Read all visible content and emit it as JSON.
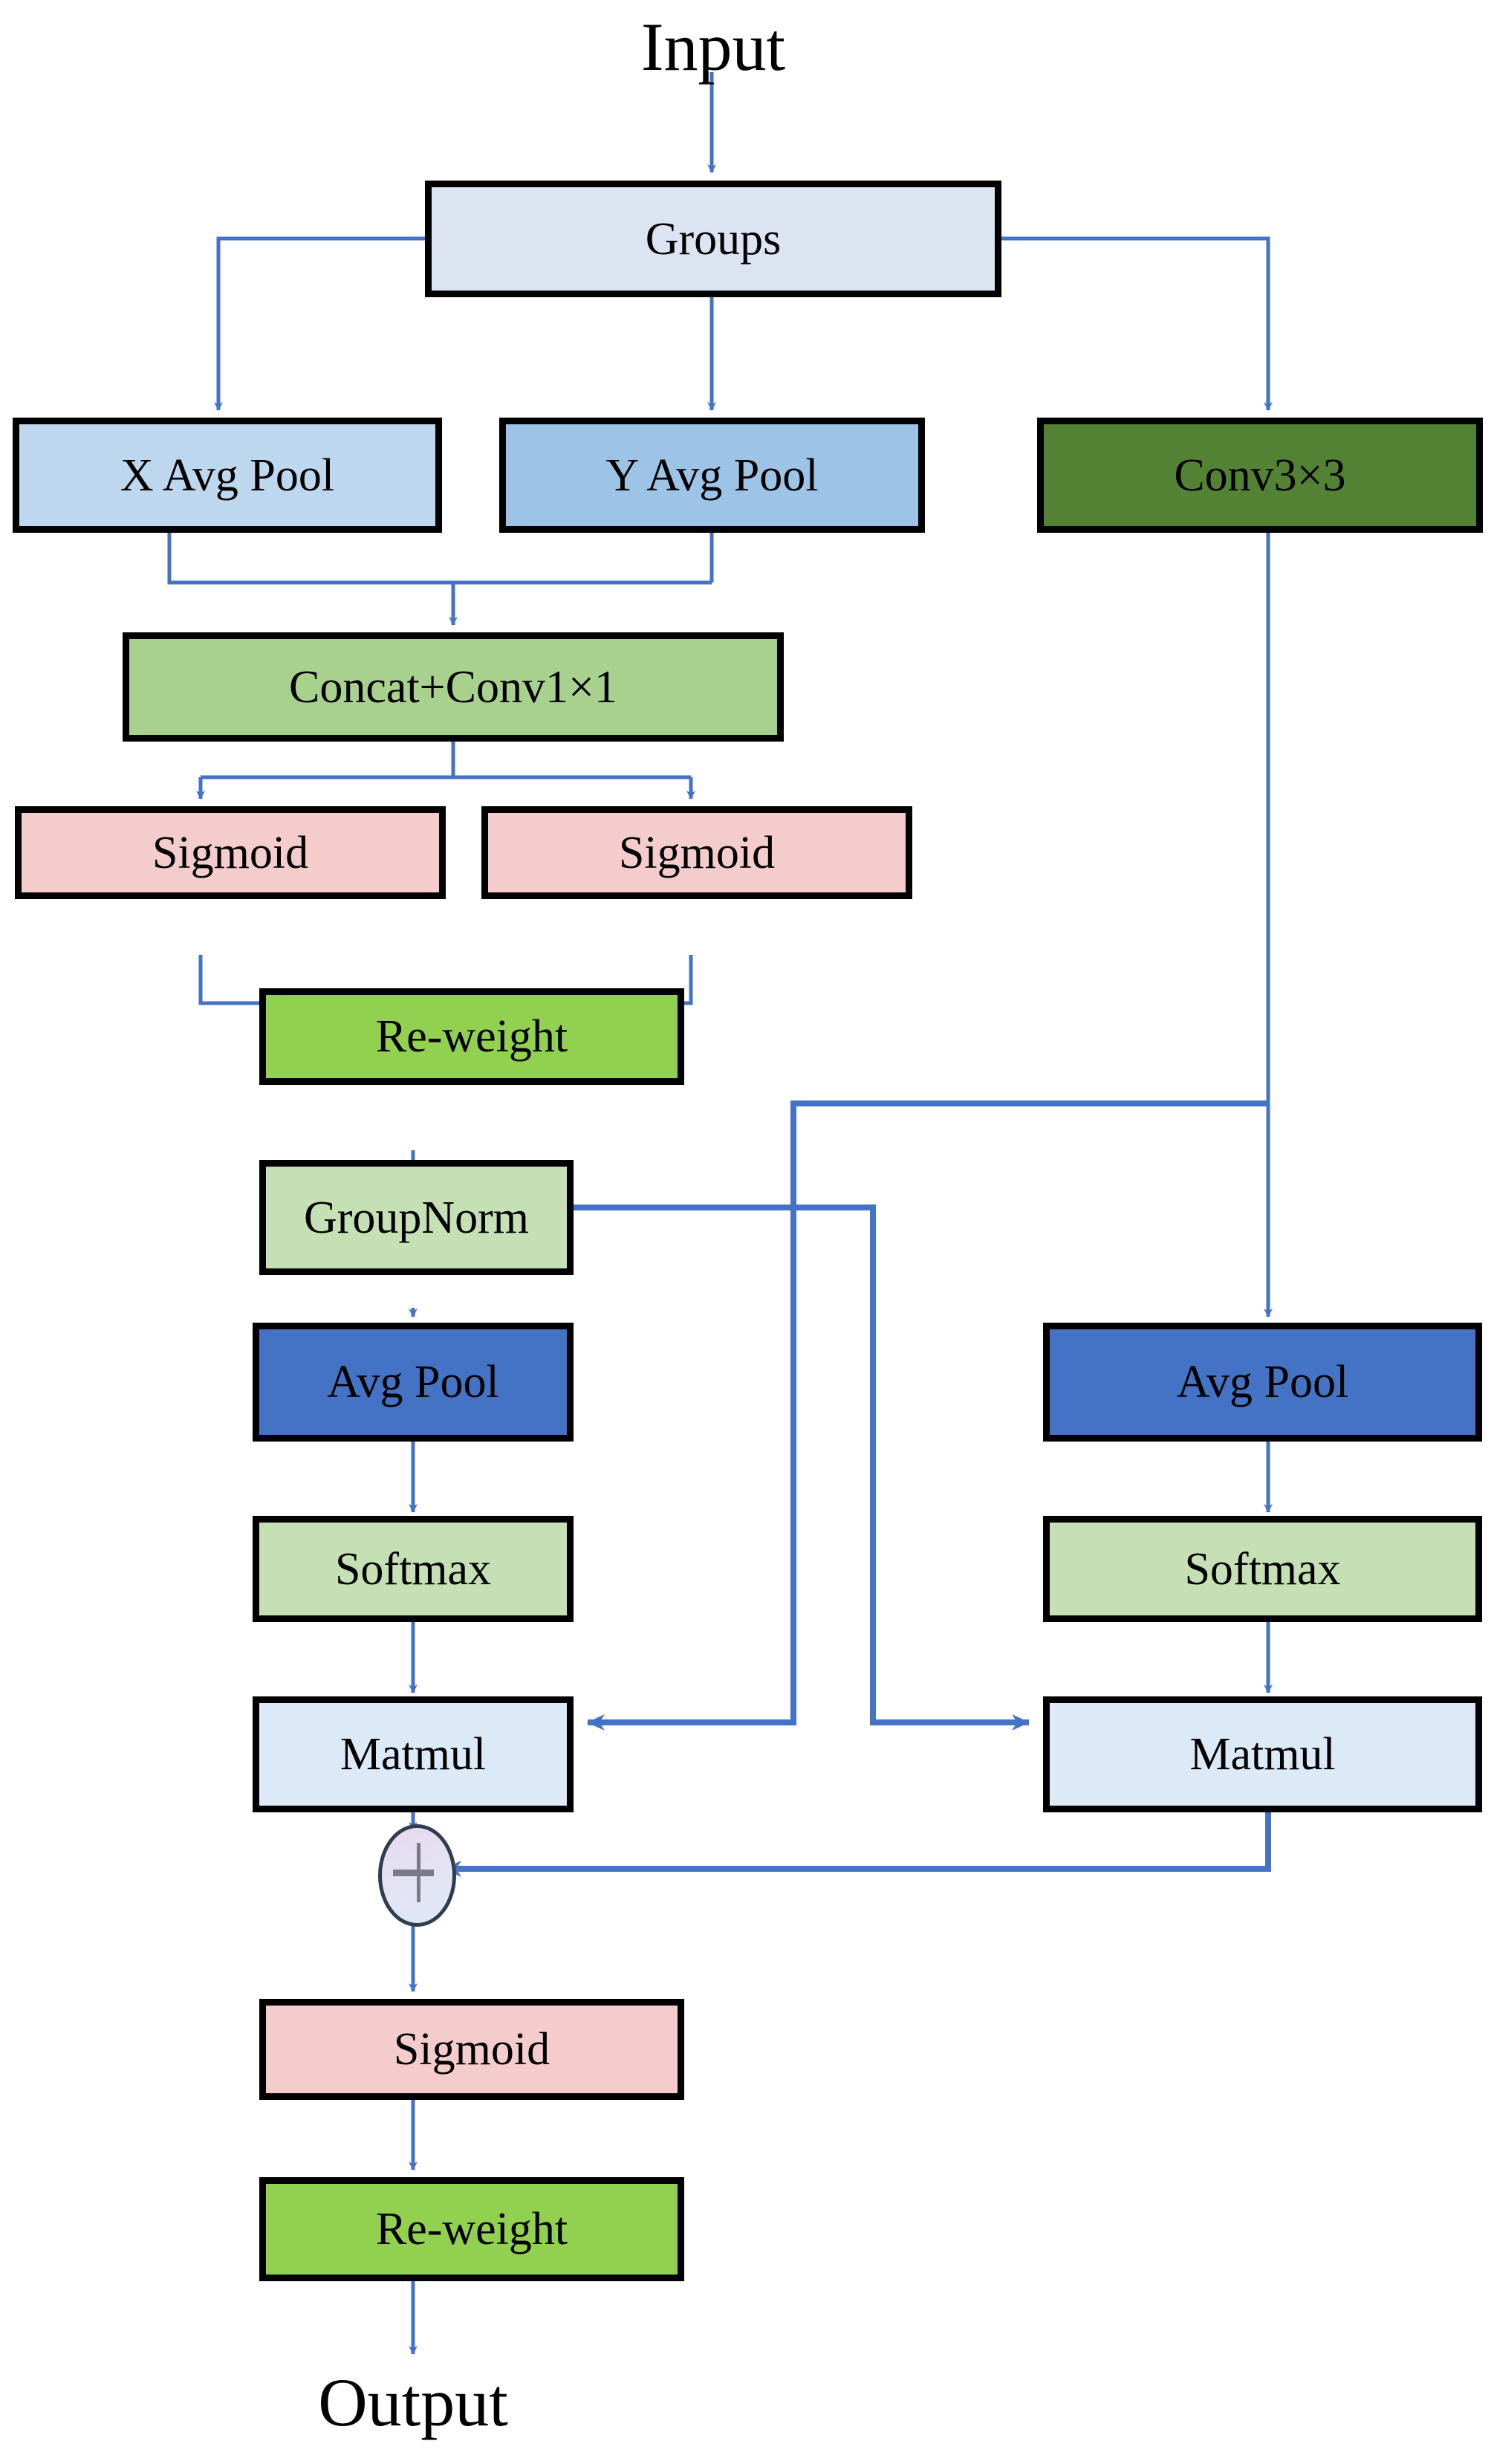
{
  "diagram": {
    "title_in": "Input",
    "title_out": "Output",
    "arrow_color": "#4472c4",
    "border_color": "#000000",
    "nodes": [
      {
        "id": "groups",
        "label": "Groups",
        "fill": "#dce4f2"
      },
      {
        "id": "xavgpool",
        "label": "X Avg Pool",
        "fill": "#bdd7ee"
      },
      {
        "id": "yavgpool",
        "label": "Y Avg Pool",
        "fill": "#9dc3e6"
      },
      {
        "id": "conv3x3",
        "label": "Conv3×3",
        "fill": "#548235"
      },
      {
        "id": "concatconv",
        "label": "Concat+Conv1×1",
        "fill": "#a9d18e"
      },
      {
        "id": "sigmoid_l",
        "label": "Sigmoid",
        "fill": "#f5cccc"
      },
      {
        "id": "sigmoid_r",
        "label": "Sigmoid",
        "fill": "#f5cccc"
      },
      {
        "id": "reweight_1",
        "label": "Re-weight",
        "fill": "#92d050"
      },
      {
        "id": "groupnorm",
        "label": "GroupNorm",
        "fill": "#c5e0b4"
      },
      {
        "id": "avgpool_l",
        "label": "Avg Pool",
        "fill": "#4472c4"
      },
      {
        "id": "avgpool_r",
        "label": "Avg Pool",
        "fill": "#4472c4"
      },
      {
        "id": "softmax_l",
        "label": "Softmax",
        "fill": "#c5e0b4"
      },
      {
        "id": "softmax_r",
        "label": "Softmax",
        "fill": "#c5e0b4"
      },
      {
        "id": "matmul_l",
        "label": "Matmul",
        "fill": "#dce9f7"
      },
      {
        "id": "matmul_r",
        "label": "Matmul",
        "fill": "#dce9f7"
      },
      {
        "id": "add",
        "label": "+",
        "fill": "#e2dff0"
      },
      {
        "id": "sigmoid_out",
        "label": "Sigmoid",
        "fill": "#f5cccc"
      },
      {
        "id": "reweight_2",
        "label": "Re-weight",
        "fill": "#92d050"
      }
    ]
  }
}
